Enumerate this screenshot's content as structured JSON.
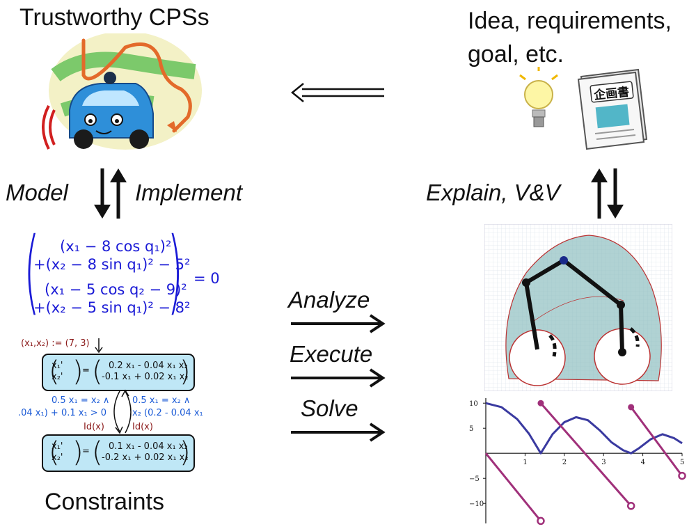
{
  "labels": {
    "top_left": "Trustworthy CPSs",
    "top_right_line1": "Idea, requirements,",
    "top_right_line2": "goal, etc.",
    "model": "Model",
    "implement": "Implement",
    "explain": "Explain, V&V",
    "analyze": "Analyze",
    "execute": "Execute",
    "solve": "Solve",
    "constraints": "Constraints"
  },
  "equation": {
    "line1": "(x₁ − 8 cos q₁)²",
    "line2": "+(x₂ − 8 sin q₁)² − 5²",
    "line3": "(x₁ − 5 cos q₂ − 9)²",
    "line4": "+(x₂ − 5 sin q₁)² − 8²",
    "rhs": "= 0"
  },
  "hybrid": {
    "init": "(x₁,x₂) := (7, 3)",
    "top_lhs1": "x₁'",
    "top_lhs2": "x₂'",
    "top_rhs1": "0.2 x₁ - 0.04 x₁ x₂",
    "top_rhs2": "-0.1 x₁ + 0.02 x₁ x₂",
    "bot_lhs1": "x₁'",
    "bot_lhs2": "x₂'",
    "bot_rhs1": "0.1 x₁ - 0.04 x₁ x₂",
    "bot_rhs2": "-0.2 x₁ + 0.02 x₁ x₂",
    "guard_left1": "0.5 x₁ = x₂ ∧",
    "guard_left2": ".04 x₁) + 0.1 x₁ > 0",
    "guard_right1": "0.5 x₁ = x₂ ∧",
    "guard_right2": "x₂ (0.2 - 0.04 x₁",
    "reset_left": "Id(x)",
    "reset_right": "Id(x)"
  },
  "document_icon_text": "企画書",
  "chart_data": {
    "type": "line",
    "xlim": [
      0,
      5
    ],
    "ylim": [
      -14,
      11
    ],
    "x_ticks": [
      "1",
      "2",
      "3",
      "4",
      "5"
    ],
    "y_ticks": [
      "10",
      "5",
      "−5",
      "−10"
    ],
    "series": [
      {
        "x": [
          0,
          0.4,
          0.8,
          1.1,
          1.4,
          1.7,
          2.0,
          2.3,
          2.6,
          2.9,
          3.2,
          3.5,
          3.7,
          3.9,
          4.2,
          4.5,
          4.8,
          5.0
        ],
        "y": [
          10.0,
          9.2,
          6.8,
          3.9,
          0.0,
          3.8,
          6.2,
          7.2,
          6.6,
          4.6,
          2.2,
          0.6,
          0.0,
          1.0,
          2.8,
          3.8,
          3.0,
          2.0
        ]
      },
      {
        "x": [
          0,
          1.4
        ],
        "y": [
          0,
          -13.5
        ]
      },
      {
        "x": [
          1.4,
          3.7
        ],
        "y": [
          10.0,
          -10.5
        ]
      },
      {
        "x": [
          3.7,
          5.0
        ],
        "y": [
          9.2,
          -4.5
        ]
      }
    ]
  },
  "colors": {
    "math_blue": "#1a1ad6",
    "box_fill": "#bfe7f6",
    "curve_blue": "#3a3aa0",
    "curve_magenta": "#a0307a"
  }
}
